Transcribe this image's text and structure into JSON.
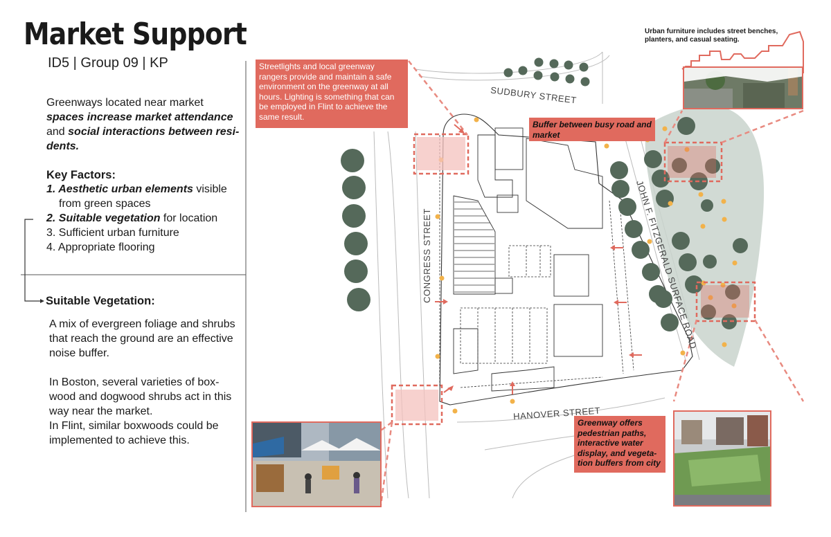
{
  "header": {
    "title": "Market Support",
    "subtitle": "ID5 | Group 09 | KP"
  },
  "intro": {
    "line1": "Greenways located near market",
    "line2_bi": "spaces increase market attendance",
    "line3_plain": "and ",
    "line3_bi": "social interactions between resi-",
    "line4_bi": "dents."
  },
  "key_factors": {
    "title": "Key Factors:",
    "item1_bi": "1. Aesthetic urban elements",
    "item1_rest": " visible",
    "item1_cont": "from green spaces",
    "item2_bi": "2. Suitable vegetation",
    "item2_rest": " for location",
    "item3": "3. Sufficient urban furniture",
    "item4": "4. Appropriate flooring"
  },
  "vegetation": {
    "title": "Suitable Vegetation:",
    "para1": "A mix of evergreen foliage and shrubs that reach the ground are an effective noise buffer.",
    "para2": "In Boston, several varieties of box-wood and dogwood shrubs act in this way near the market.",
    "para3": "In Flint, similar boxwoods could be implemented to achieve this."
  },
  "callouts": {
    "lighting": "Streetlights and local greenway rangers provide and maintain a safe environment on the greenway at all hours. Lighting is something that can be employed in Flint to achieve the same result.",
    "buffer": "Buffer between busy road and market",
    "greenway": "Greenway offers pedestrian paths, interactive water display, and vegeta-tion buffers from city",
    "furniture": "Urban furniture includes street benches, planters, and casual seating."
  },
  "streets": {
    "sudbury": "SUDBURY STREET",
    "congress": "CONGRESS STREET",
    "hanover": "HANOVER STREET",
    "fitzgerald": "JOHN F. FITZGERALD SURFACE ROAD"
  },
  "colors": {
    "accent": "#e06a5e",
    "tree": "#55695a",
    "greenway": "#c9d4cc",
    "light": "#f2b24a"
  }
}
